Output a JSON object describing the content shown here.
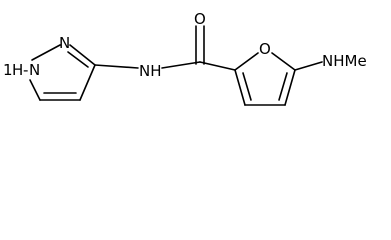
{
  "molecule": {
    "atoms": {
      "pyrazole_n1": "1",
      "pyrazole_n1_h": "H",
      "pyrazole_n1_sep": "-",
      "pyrazole_n1_n": "N",
      "pyrazole_n2": "N",
      "amide_nh": "NH",
      "carbonyl_o": "O",
      "furan_o": "O",
      "methylamino": "NHMe"
    },
    "colors": {
      "bond": "#000000",
      "label": "#000000",
      "background": "#ffffff"
    }
  }
}
